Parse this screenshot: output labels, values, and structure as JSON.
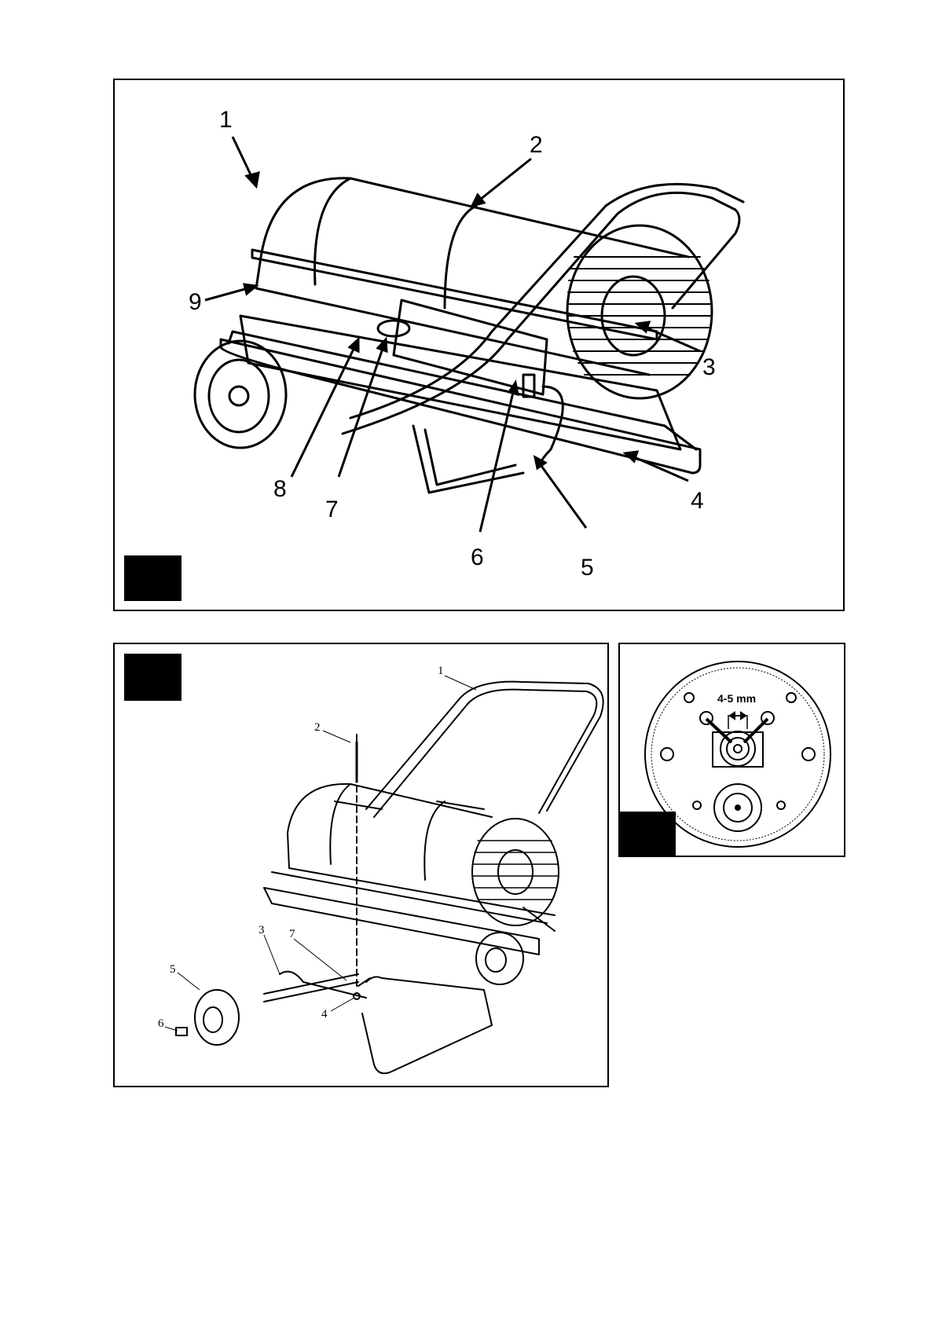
{
  "figure1": {
    "callouts": [
      "1",
      "2",
      "3",
      "4",
      "5",
      "6",
      "7",
      "8",
      "9"
    ]
  },
  "figure2": {
    "callouts": [
      "1",
      "2",
      "3",
      "4",
      "5",
      "6",
      "7"
    ]
  },
  "figure3": {
    "dimension_label": "4-5 mm"
  },
  "icons": {
    "figure_tag": "black-square-tag",
    "arrow": "callout-arrow"
  }
}
